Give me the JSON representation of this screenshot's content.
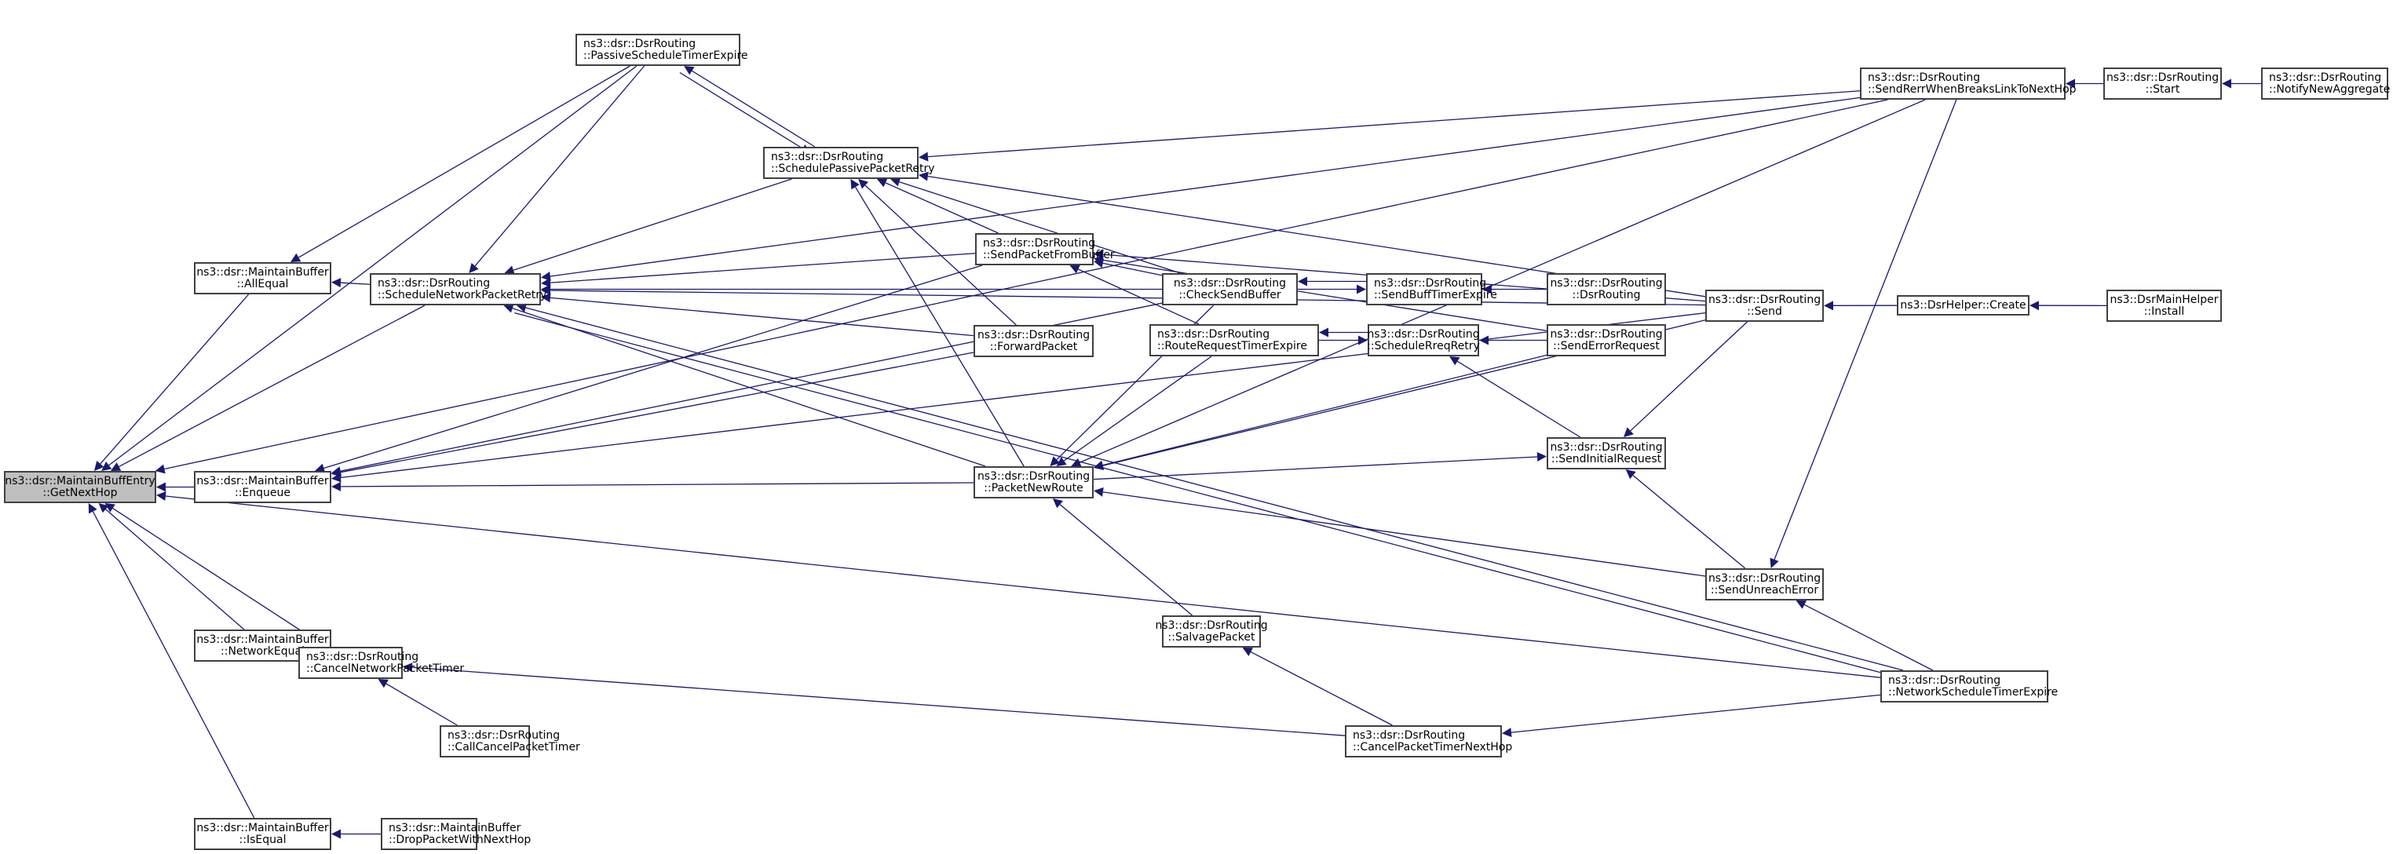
{
  "title": "ns3::dsr::MaintainBuffEntry::GetNextHop caller graph",
  "colors": {
    "edge": "#191970",
    "root_fill": "#bfbfbf",
    "node_fill": "#ffffff",
    "node_border": "#404040"
  },
  "nodes": {
    "GetNextHop": {
      "l1": "ns3::dsr::MaintainBuffEntry",
      "l2": "::GetNextHop"
    },
    "Enqueue": {
      "l1": "ns3::dsr::MaintainBuffer",
      "l2": "::Enqueue"
    },
    "AllEqual": {
      "l1": "ns3::dsr::MaintainBuffer",
      "l2": "::AllEqual"
    },
    "NetworkEqual": {
      "l1": "ns3::dsr::MaintainBuffer",
      "l2": "::NetworkEqual"
    },
    "IsEqual": {
      "l1": "ns3::dsr::MaintainBuffer",
      "l2": "::IsEqual"
    },
    "DropPacketWithNextHop": {
      "l1": "ns3::dsr::MaintainBuffer",
      "l2": "::DropPacketWithNextHop"
    },
    "ScheduleNetworkPacketRetry": {
      "l1": "ns3::dsr::DsrRouting",
      "l2": "::ScheduleNetworkPacketRetry"
    },
    "CancelNetworkPacketTimer": {
      "l1": "ns3::dsr::DsrRouting",
      "l2": "::CancelNetworkPacketTimer"
    },
    "CallCancelPacketTimer": {
      "l1": "ns3::dsr::DsrRouting",
      "l2": "::CallCancelPacketTimer"
    },
    "PassiveScheduleTimerExpire": {
      "l1": "ns3::dsr::DsrRouting",
      "l2": "::PassiveScheduleTimerExpire"
    },
    "SchedulePassivePacketRetry": {
      "l1": "ns3::dsr::DsrRouting",
      "l2": "::SchedulePassivePacketRetry"
    },
    "SendPacketFromBuffer": {
      "l1": "ns3::dsr::DsrRouting",
      "l2": "::SendPacketFromBuffer"
    },
    "ForwardPacket": {
      "l1": "ns3::dsr::DsrRouting",
      "l2": "::ForwardPacket"
    },
    "PacketNewRoute": {
      "l1": "ns3::dsr::DsrRouting",
      "l2": "::PacketNewRoute"
    },
    "SalvagePacket": {
      "l1": "ns3::dsr::DsrRouting",
      "l2": "::SalvagePacket"
    },
    "CheckSendBuffer": {
      "l1": "ns3::dsr::DsrRouting",
      "l2": "::CheckSendBuffer"
    },
    "RouteRequestTimerExpire": {
      "l1": "ns3::dsr::DsrRouting",
      "l2": "::RouteRequestTimerExpire"
    },
    "SendBuffTimerExpire": {
      "l1": "ns3::dsr::DsrRouting",
      "l2": "::SendBuffTimerExpire"
    },
    "ScheduleRreqRetry": {
      "l1": "ns3::dsr::DsrRouting",
      "l2": "::ScheduleRreqRetry"
    },
    "DsrRoutingCtor": {
      "l1": "ns3::dsr::DsrRouting",
      "l2": "::DsrRouting"
    },
    "SendErrorRequest": {
      "l1": "ns3::dsr::DsrRouting",
      "l2": "::SendErrorRequest"
    },
    "SendInitialRequest": {
      "l1": "ns3::dsr::DsrRouting",
      "l2": "::SendInitialRequest"
    },
    "CancelPacketTimerNextHop": {
      "l1": "ns3::dsr::DsrRouting",
      "l2": "::CancelPacketTimerNextHop"
    },
    "Send": {
      "l1": "ns3::dsr::DsrRouting",
      "l2": "::Send"
    },
    "SendUnreachError": {
      "l1": "ns3::dsr::DsrRouting",
      "l2": "::SendUnreachError"
    },
    "NetworkScheduleTimerExpire": {
      "l1": "ns3::dsr::DsrRouting",
      "l2": "::NetworkScheduleTimerExpire"
    },
    "SendRerrWhenBreaksLinkToNextHop": {
      "l1": "ns3::dsr::DsrRouting",
      "l2": "::SendRerrWhenBreaksLinkToNextHop"
    },
    "Start": {
      "l1": "ns3::dsr::DsrRouting",
      "l2": "::Start"
    },
    "NotifyNewAggregate": {
      "l1": "ns3::dsr::DsrRouting",
      "l2": "::NotifyNewAggregate"
    },
    "DsrHelperCreate": {
      "l1": "ns3::DsrHelper::Create",
      "l2": ""
    },
    "DsrMainHelperInstall": {
      "l1": "ns3::DsrMainHelper",
      "l2": "::Install"
    }
  },
  "edges": [
    [
      "Enqueue",
      "GetNextHop"
    ],
    [
      "AllEqual",
      "GetNextHop"
    ],
    [
      "NetworkEqual",
      "GetNextHop"
    ],
    [
      "IsEqual",
      "GetNextHop"
    ],
    [
      "ScheduleNetworkPacketRetry",
      "GetNextHop"
    ],
    [
      "CancelNetworkPacketTimer",
      "GetNextHop"
    ],
    [
      "PassiveScheduleTimerExpire",
      "GetNextHop"
    ],
    [
      "SendRerrWhenBreaksLinkToNextHop",
      "GetNextHop"
    ],
    [
      "NetworkScheduleTimerExpire",
      "GetNextHop"
    ],
    [
      "ScheduleNetworkPacketRetry",
      "AllEqual"
    ],
    [
      "PassiveScheduleTimerExpire",
      "AllEqual"
    ],
    [
      "CancelNetworkPacketTimer",
      "NetworkEqual"
    ],
    [
      "DropPacketWithNextHop",
      "IsEqual"
    ],
    [
      "CallCancelPacketTimer",
      "CancelNetworkPacketTimer"
    ],
    [
      "CancelPacketTimerNextHop",
      "CancelNetworkPacketTimer"
    ],
    [
      "SendPacketFromBuffer",
      "Enqueue"
    ],
    [
      "ForwardPacket",
      "Enqueue"
    ],
    [
      "CheckSendBuffer",
      "Enqueue"
    ],
    [
      "PacketNewRoute",
      "Enqueue"
    ],
    [
      "Send",
      "Enqueue"
    ],
    [
      "PassiveScheduleTimerExpire",
      "ScheduleNetworkPacketRetry"
    ],
    [
      "SchedulePassivePacketRetry",
      "ScheduleNetworkPacketRetry"
    ],
    [
      "SendPacketFromBuffer",
      "ScheduleNetworkPacketRetry"
    ],
    [
      "ForwardPacket",
      "ScheduleNetworkPacketRetry"
    ],
    [
      "CheckSendBuffer",
      "ScheduleNetworkPacketRetry"
    ],
    [
      "PacketNewRoute",
      "ScheduleNetworkPacketRetry"
    ],
    [
      "NetworkScheduleTimerExpire",
      "ScheduleNetworkPacketRetry"
    ],
    [
      "Send",
      "ScheduleNetworkPacketRetry"
    ],
    [
      "SendRerrWhenBreaksLinkToNextHop",
      "ScheduleNetworkPacketRetry"
    ],
    [
      "ScheduleNetworkPacketRetry",
      "NetworkScheduleTimerExpire"
    ],
    [
      "SchedulePassivePacketRetry",
      "PassiveScheduleTimerExpire"
    ],
    [
      "PassiveScheduleTimerExpire",
      "SchedulePassivePacketRetry"
    ],
    [
      "SendPacketFromBuffer",
      "SchedulePassivePacketRetry"
    ],
    [
      "ForwardPacket",
      "SchedulePassivePacketRetry"
    ],
    [
      "CheckSendBuffer",
      "SchedulePassivePacketRetry"
    ],
    [
      "PacketNewRoute",
      "SchedulePassivePacketRetry"
    ],
    [
      "Send",
      "SchedulePassivePacketRetry"
    ],
    [
      "SendRerrWhenBreaksLinkToNextHop",
      "SchedulePassivePacketRetry"
    ],
    [
      "CheckSendBuffer",
      "SendPacketFromBuffer"
    ],
    [
      "RouteRequestTimerExpire",
      "SendPacketFromBuffer"
    ],
    [
      "Send",
      "SendPacketFromBuffer"
    ],
    [
      "SendErrorRequest",
      "SendPacketFromBuffer"
    ],
    [
      "CheckSendBuffer",
      "PacketNewRoute"
    ],
    [
      "RouteRequestTimerExpire",
      "PacketNewRoute"
    ],
    [
      "SendErrorRequest",
      "PacketNewRoute"
    ],
    [
      "Send",
      "PacketNewRoute"
    ],
    [
      "SendUnreachError",
      "PacketNewRoute"
    ],
    [
      "SalvagePacket",
      "PacketNewRoute"
    ],
    [
      "SendRerrWhenBreaksLinkToNextHop",
      "PacketNewRoute"
    ],
    [
      "PacketNewRoute",
      "SendInitialRequest"
    ],
    [
      "CancelPacketTimerNextHop",
      "SalvagePacket"
    ],
    [
      "CheckSendBuffer",
      "SendBuffTimerExpire"
    ],
    [
      "SendBuffTimerExpire",
      "CheckSendBuffer"
    ],
    [
      "DsrRoutingCtor",
      "SendBuffTimerExpire"
    ],
    [
      "RouteRequestTimerExpire",
      "ScheduleRreqRetry"
    ],
    [
      "ScheduleRreqRetry",
      "RouteRequestTimerExpire"
    ],
    [
      "SendErrorRequest",
      "ScheduleRreqRetry"
    ],
    [
      "SendInitialRequest",
      "ScheduleRreqRetry"
    ],
    [
      "SendUnreachError",
      "SendInitialRequest"
    ],
    [
      "Send",
      "SendInitialRequest"
    ],
    [
      "NetworkScheduleTimerExpire",
      "SendUnreachError"
    ],
    [
      "SendRerrWhenBreaksLinkToNextHop",
      "SendUnreachError"
    ],
    [
      "NetworkScheduleTimerExpire",
      "CancelPacketTimerNextHop"
    ],
    [
      "DsrHelperCreate",
      "Send"
    ],
    [
      "DsrMainHelperInstall",
      "DsrHelperCreate"
    ],
    [
      "Start",
      "SendRerrWhenBreaksLinkToNextHop"
    ],
    [
      "NotifyNewAggregate",
      "Start"
    ]
  ]
}
